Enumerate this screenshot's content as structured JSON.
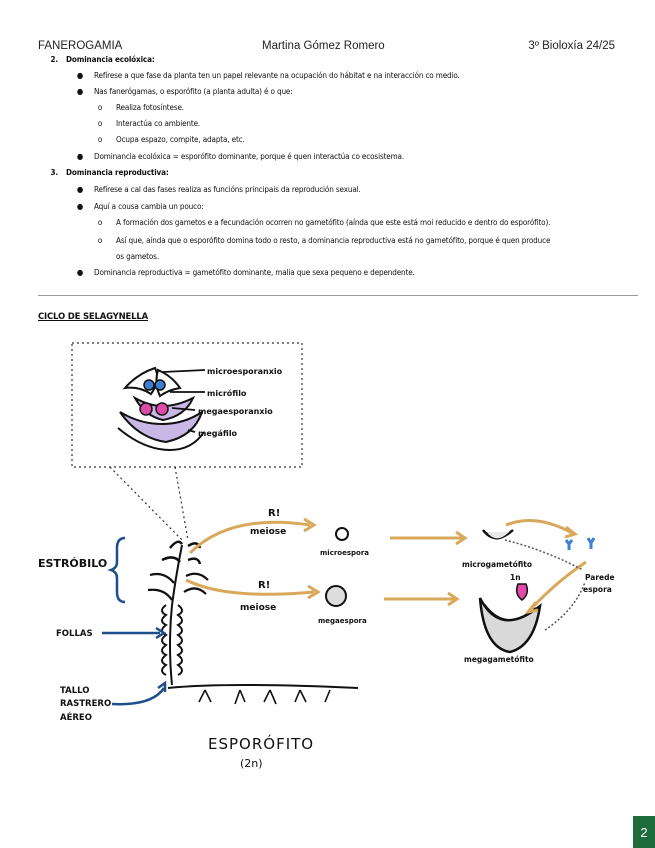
{
  "header": {
    "left": "FANEROGAMIA",
    "center": "Martina Gómez Romero",
    "right": "3º Bioloxía 24/25"
  },
  "notes": {
    "sec2": {
      "num": "2.",
      "title": "Dominancia ecolóxica:"
    },
    "b1": "Refírese a que fase da planta ten un papel relevante na ocupación do hábitat e na interacción co medio.",
    "b2": "Nas fanerógamas, o esporófito (a planta adulta) é o que:",
    "s1": "Realiza fotosíntese.",
    "s2": "Interactúa co ambiente.",
    "s3": "Ocupa espazo, compite, adapta, etc.",
    "b3": "Dominancia ecolóxica = esporófito dominante, porque é quen interactúa co ecosistema.",
    "sec3": {
      "num": "3.",
      "title": "Dominancia reproductiva:"
    },
    "b4": "Refírese a cal das fases realiza as funcións principais da reprodución sexual.",
    "b5": "Aquí a cousa cambia un pouco:",
    "s4": "A formación dos gametos e a fecundación ocorren no gametófito (aínda que este está moi reducido e dentro do esporófito).",
    "s5a": "Así que, aínda que o esporófito domina todo o resto, a dominancia reproductiva está no gametófito, porque é quen produce",
    "s5b": "os gametos.",
    "b6": "Dominancia reproductiva = gametófito dominante, malia que sexa pequeno e dependente.",
    "bullet": "●",
    "sub": "o"
  },
  "section_title": "CICLO DE SELAGYNELLA",
  "diagram": {
    "zoom_labels": {
      "microsporangio": "microesporanxio",
      "microfilo": "micrófilo",
      "megasporangio": "megaesporanxio",
      "megafilo": "megáfilo"
    },
    "strobilus": "ESTRÓBILO",
    "leaves": "FOLLAS",
    "stem": [
      "TALLO",
      "RASTRERO",
      "AÉREO"
    ],
    "sporophyte": "ESPORÓFITO",
    "ploidy": "(2n)",
    "ri_top": "R!",
    "meiosis_top": "meiose",
    "ri_bottom": "R!",
    "meiosis_bottom": "meiose",
    "microspore": "microespora",
    "megaspore": "megaespora",
    "microgametophyte": "microgametófito",
    "gametophyte_n": "1n",
    "megagametophyte": "megagametófito",
    "spore_wall": [
      "Parede",
      "espora"
    ],
    "colors": {
      "arrow_orange": "#d9a85a",
      "arrow_blue": "#1f4f8b",
      "micro_blue": "#3d7fd1",
      "mega_pink": "#e04aa8",
      "leaf_purple": "#c9b8e6"
    }
  },
  "page_number": "2"
}
